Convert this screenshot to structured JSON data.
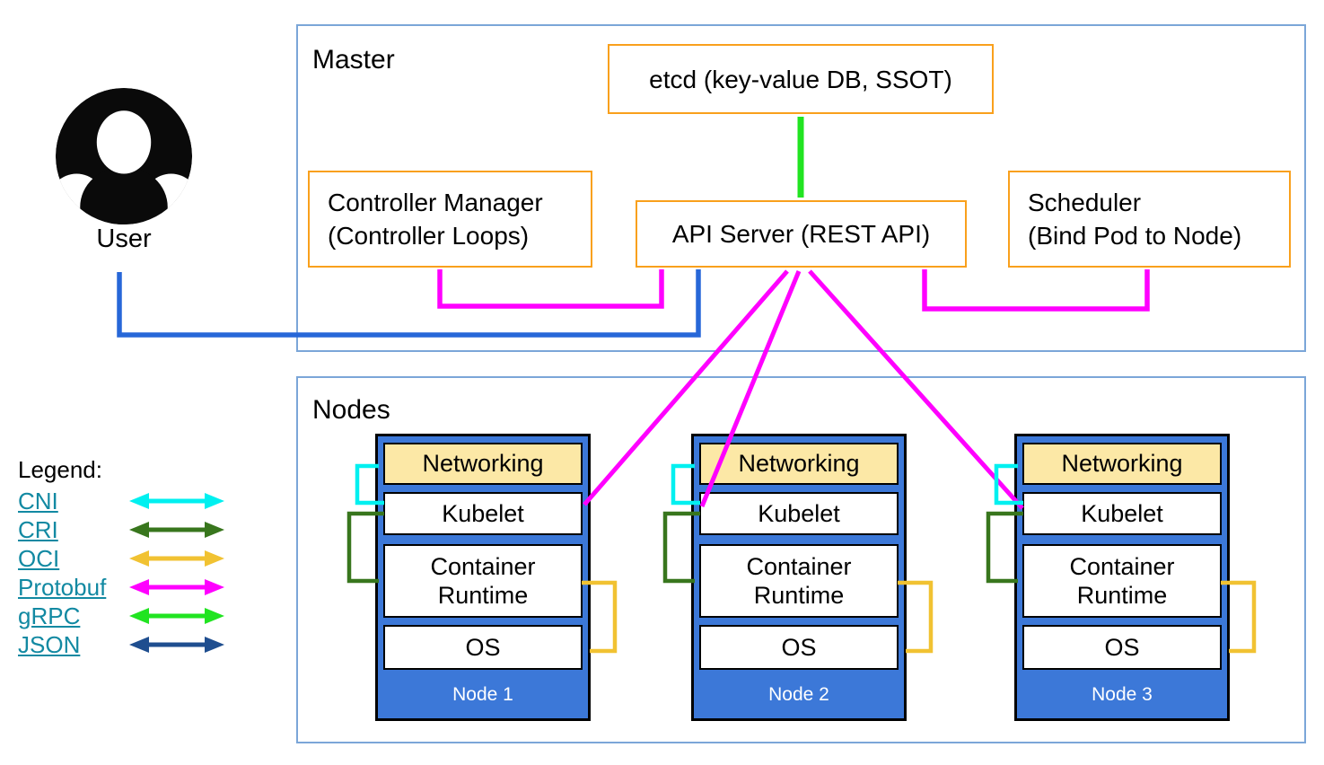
{
  "colors": {
    "cni": "#00f0f0",
    "cri": "#38761d",
    "oci": "#f1c232",
    "protobuf": "#ff00ff",
    "grpc": "#21e421",
    "json": "#1f4e8f",
    "user_arrow": "#2767d8",
    "container_border": "#7ba6d8",
    "component_border": "#f9a01c",
    "node_fill": "#3c78d8",
    "networking_fill": "#fce8a6",
    "legend_link": "#1289a2"
  },
  "master": {
    "label": "Master",
    "etcd": "etcd (key-value DB, SSOT)",
    "api_server": "API Server (REST API)",
    "controller_manager": {
      "line1": "Controller Manager",
      "line2": "(Controller Loops)"
    },
    "scheduler": {
      "line1": "Scheduler",
      "line2": "(Bind Pod to Node)"
    }
  },
  "nodes_section": {
    "label": "Nodes"
  },
  "nodes": [
    {
      "name": "Node 1",
      "layers": {
        "networking": "Networking",
        "kubelet": "Kubelet",
        "runtime": "Container Runtime",
        "os": "OS"
      }
    },
    {
      "name": "Node 2",
      "layers": {
        "networking": "Networking",
        "kubelet": "Kubelet",
        "runtime": "Container Runtime",
        "os": "OS"
      }
    },
    {
      "name": "Node 3",
      "layers": {
        "networking": "Networking",
        "kubelet": "Kubelet",
        "runtime": "Container Runtime",
        "os": "OS"
      }
    }
  ],
  "user": {
    "label": "User"
  },
  "legend": {
    "title": "Legend:",
    "items": [
      {
        "label": "CNI",
        "color": "#00f0f0"
      },
      {
        "label": "CRI",
        "color": "#38761d"
      },
      {
        "label": "OCI",
        "color": "#f1c232"
      },
      {
        "label": "Protobuf",
        "color": "#ff00ff"
      },
      {
        "label": "gRPC",
        "color": "#21e421"
      },
      {
        "label": "JSON",
        "color": "#1f4e8f"
      }
    ]
  }
}
